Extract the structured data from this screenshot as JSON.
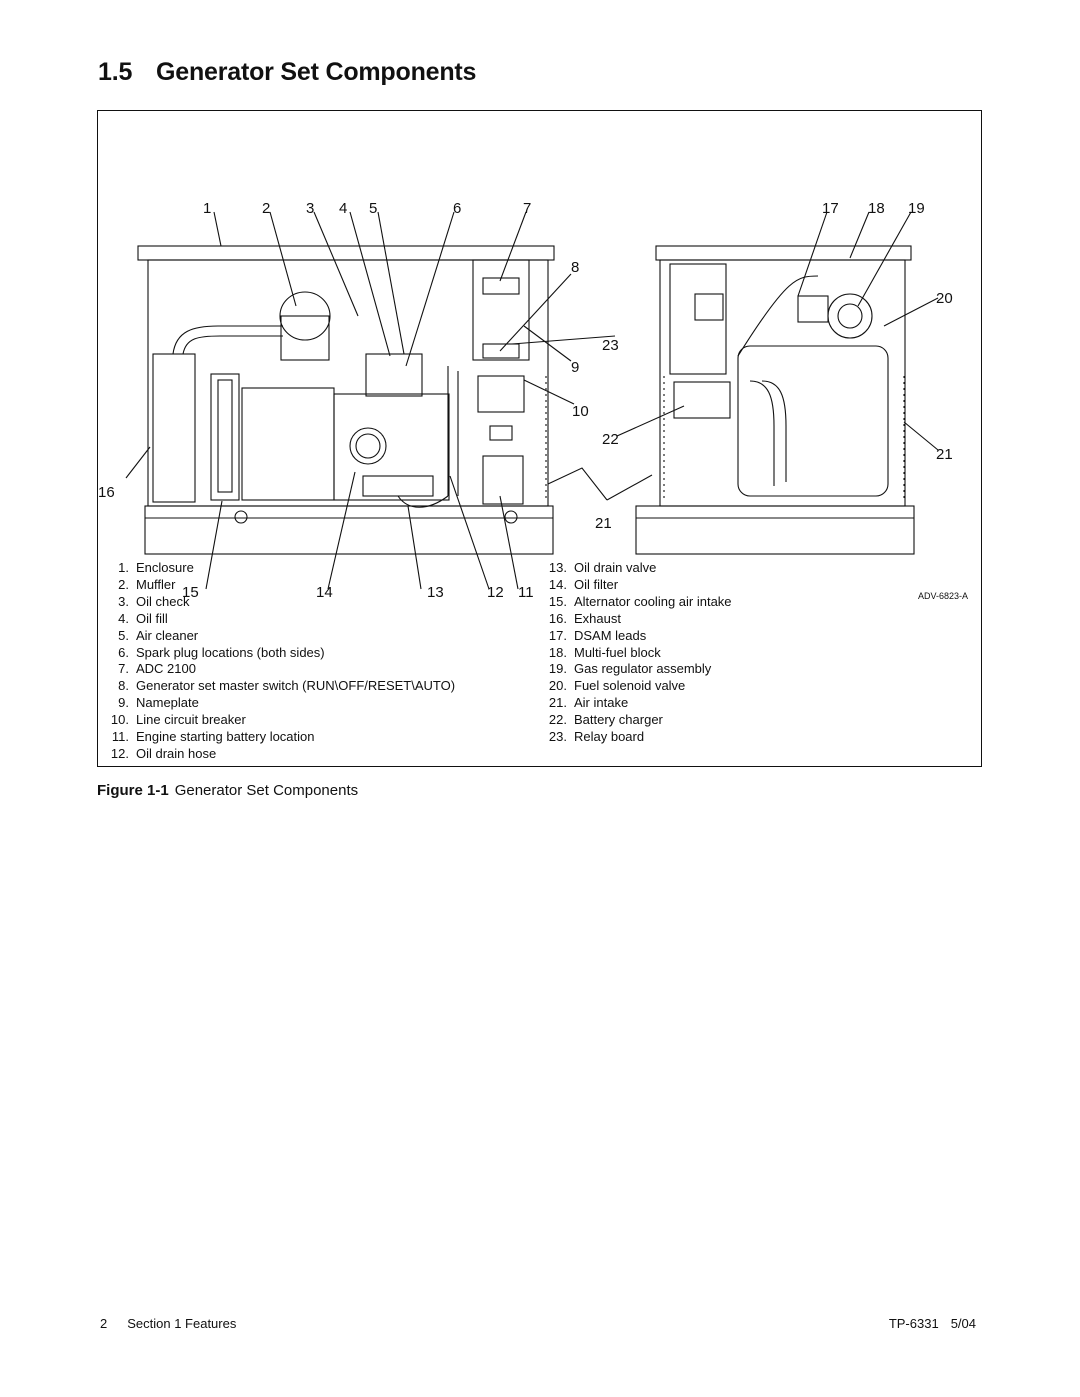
{
  "section": {
    "number": "1.5",
    "title": "Generator Set Components"
  },
  "figure": {
    "drawing_id": "ADV-6823-A",
    "caption_label": "Figure 1-1",
    "caption_title": "Generator Set Components",
    "callouts": {
      "top_left_view": [
        "1",
        "2",
        "3",
        "4",
        "5",
        "6",
        "7"
      ],
      "right_side_left_view": [
        "8",
        "23",
        "9",
        "10",
        "22",
        "21"
      ],
      "bottom_left_view": [
        "15",
        "14",
        "13",
        "12",
        "11"
      ],
      "left_side": [
        "16"
      ],
      "right_view": [
        "17",
        "18",
        "19",
        "20",
        "21"
      ]
    },
    "legend_left": [
      {
        "n": "1.",
        "label": "Enclosure"
      },
      {
        "n": "2.",
        "label": "Muffler"
      },
      {
        "n": "3.",
        "label": "Oil check"
      },
      {
        "n": "4.",
        "label": "Oil fill"
      },
      {
        "n": "5.",
        "label": "Air cleaner"
      },
      {
        "n": "6.",
        "label": "Spark plug locations (both sides)"
      },
      {
        "n": "7.",
        "label": "ADC 2100"
      },
      {
        "n": "8.",
        "label": "Generator set master switch (RUN\\OFF/RESET\\AUTO)"
      },
      {
        "n": "9.",
        "label": "Nameplate"
      },
      {
        "n": "10.",
        "label": "Line circuit breaker"
      },
      {
        "n": "11.",
        "label": "Engine starting battery location"
      },
      {
        "n": "12.",
        "label": "Oil drain hose"
      }
    ],
    "legend_right": [
      {
        "n": "13.",
        "label": "Oil drain valve"
      },
      {
        "n": "14.",
        "label": "Oil filter"
      },
      {
        "n": "15.",
        "label": "Alternator cooling air intake"
      },
      {
        "n": "16.",
        "label": "Exhaust"
      },
      {
        "n": "17.",
        "label": "DSAM leads"
      },
      {
        "n": "18.",
        "label": "Multi-fuel block"
      },
      {
        "n": "19.",
        "label": "Gas regulator assembly"
      },
      {
        "n": "20.",
        "label": "Fuel solenoid valve"
      },
      {
        "n": "21.",
        "label": "Air intake"
      },
      {
        "n": "22.",
        "label": "Battery charger"
      },
      {
        "n": "23.",
        "label": "Relay board"
      }
    ]
  },
  "footer": {
    "page": "2",
    "section": "Section 1  Features",
    "doc": "TP-6331",
    "date": "5/04"
  }
}
